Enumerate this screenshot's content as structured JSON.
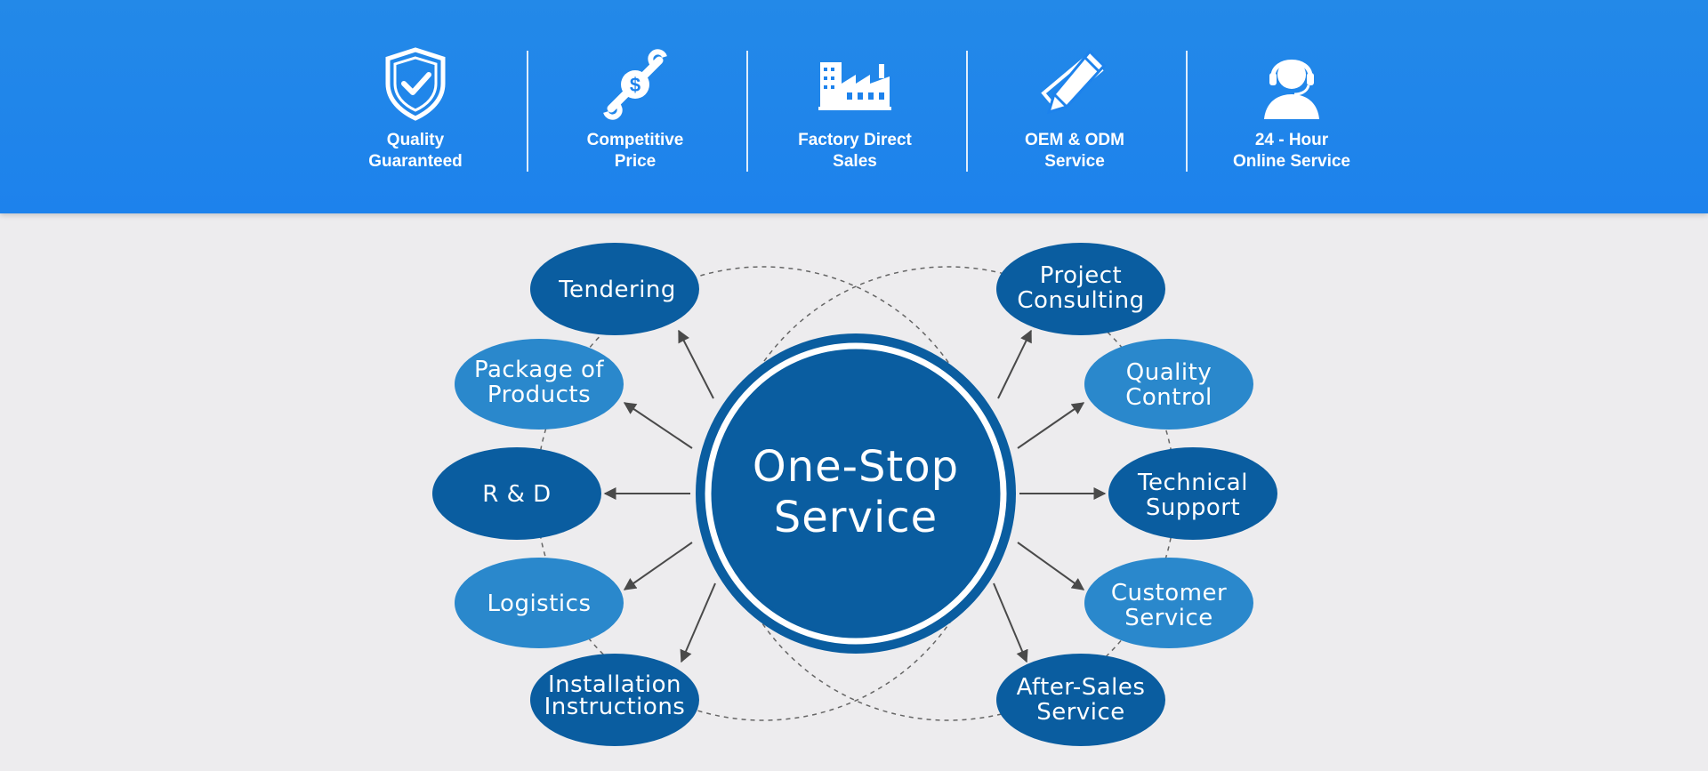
{
  "banner": {
    "features": [
      {
        "label": "Quality\nGuaranteed",
        "icon": "shield-check-icon"
      },
      {
        "label": "Competitive\nPrice",
        "icon": "wrench-dollar-icon"
      },
      {
        "label": "Factory Direct\nSales",
        "icon": "factory-icon"
      },
      {
        "label": "OEM & ODM\nService",
        "icon": "pencil-ruler-icon"
      },
      {
        "label": "24 - Hour\nOnline Service",
        "icon": "headset-agent-icon"
      }
    ]
  },
  "diagram": {
    "center": {
      "line1": "One-Stop",
      "line2": "Service"
    },
    "nodes": [
      {
        "id": "tendering",
        "lines": [
          "Tendering"
        ],
        "shade": "dark"
      },
      {
        "id": "package-of-products",
        "lines": [
          "Package of",
          "Products"
        ],
        "shade": "light"
      },
      {
        "id": "r-and-d",
        "lines": [
          "R & D"
        ],
        "shade": "dark"
      },
      {
        "id": "logistics",
        "lines": [
          "Logistics"
        ],
        "shade": "light"
      },
      {
        "id": "installation-instructions",
        "lines": [
          "Installation",
          "Instructions"
        ],
        "shade": "dark"
      },
      {
        "id": "project-consulting",
        "lines": [
          "Project",
          "Consulting"
        ],
        "shade": "dark"
      },
      {
        "id": "quality-control",
        "lines": [
          "Quality",
          "Control"
        ],
        "shade": "light"
      },
      {
        "id": "technical-support",
        "lines": [
          "Technical",
          "Support"
        ],
        "shade": "dark"
      },
      {
        "id": "customer-service",
        "lines": [
          "Customer",
          "Service"
        ],
        "shade": "light"
      },
      {
        "id": "after-sales-service",
        "lines": [
          "After-Sales",
          "Service"
        ],
        "shade": "dark"
      }
    ],
    "colors": {
      "dark": "#0a5da0",
      "light": "#2a88cc",
      "center": "#0a5da0",
      "arrow": "#4a4a4a",
      "dashed": "#666666"
    }
  }
}
